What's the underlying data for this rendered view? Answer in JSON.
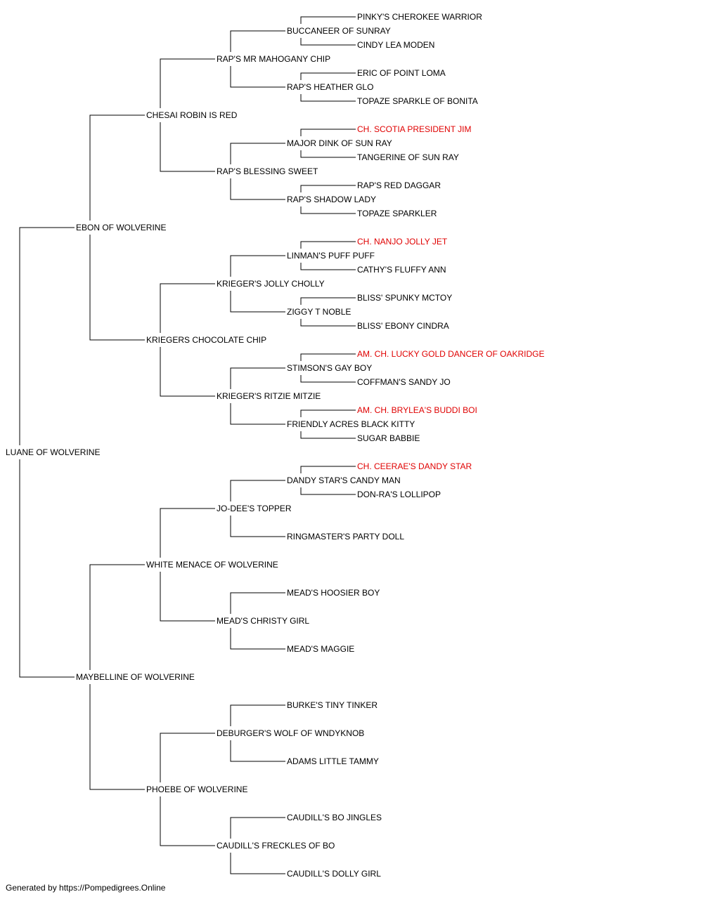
{
  "colors": {
    "text": "#000000",
    "champion": "#e00000",
    "line": "#000000"
  },
  "footer": "Generated by https://Pompedigrees.Online",
  "pedigree": {
    "name": "LUANE OF WOLVERINE",
    "sire": {
      "name": "EBON OF WOLVERINE",
      "sire": {
        "name": "CHESAI ROBIN IS RED",
        "sire": {
          "name": "RAP'S MR MAHOGANY CHIP",
          "sire": {
            "name": "BUCCANEER OF SUNRAY",
            "sire": {
              "name": "PINKY'S CHEROKEE WARRIOR"
            },
            "dam": {
              "name": "CINDY LEA MODEN"
            }
          },
          "dam": {
            "name": "RAP'S HEATHER GLO",
            "sire": {
              "name": "ERIC OF POINT LOMA"
            },
            "dam": {
              "name": "TOPAZE SPARKLE OF BONITA"
            }
          }
        },
        "dam": {
          "name": "RAP'S BLESSING SWEET",
          "sire": {
            "name": "MAJOR DINK OF SUN RAY",
            "sire": {
              "name": "CH. SCOTIA PRESIDENT JIM",
              "champion": true
            },
            "dam": {
              "name": "TANGERINE OF SUN RAY"
            }
          },
          "dam": {
            "name": "RAP'S SHADOW LADY",
            "sire": {
              "name": "RAP'S RED DAGGAR"
            },
            "dam": {
              "name": "TOPAZE SPARKLER"
            }
          }
        }
      },
      "dam": {
        "name": "KRIEGERS CHOCOLATE CHIP",
        "sire": {
          "name": "KRIEGER'S JOLLY CHOLLY",
          "sire": {
            "name": "LINMAN'S PUFF PUFF",
            "sire": {
              "name": "CH. NANJO JOLLY JET",
              "champion": true
            },
            "dam": {
              "name": "CATHY'S FLUFFY ANN"
            }
          },
          "dam": {
            "name": "ZIGGY T NOBLE",
            "sire": {
              "name": "BLISS' SPUNKY MCTOY"
            },
            "dam": {
              "name": "BLISS' EBONY CINDRA"
            }
          }
        },
        "dam": {
          "name": "KRIEGER'S RITZIE MITZIE",
          "sire": {
            "name": "STIMSON'S GAY BOY",
            "sire": {
              "name": "AM. CH. LUCKY GOLD DANCER OF OAKRIDGE",
              "champion": true
            },
            "dam": {
              "name": "COFFMAN'S SANDY JO"
            }
          },
          "dam": {
            "name": "FRIENDLY ACRES BLACK KITTY",
            "sire": {
              "name": "AM. CH. BRYLEA'S BUDDI BOI",
              "champion": true
            },
            "dam": {
              "name": "SUGAR BABBIE"
            }
          }
        }
      }
    },
    "dam": {
      "name": "MAYBELLINE OF WOLVERINE",
      "sire": {
        "name": "WHITE MENACE OF WOLVERINE",
        "sire": {
          "name": "JO-DEE'S TOPPER",
          "sire": {
            "name": "DANDY STAR'S CANDY MAN",
            "sire": {
              "name": "CH. CEERAE'S DANDY STAR",
              "champion": true
            },
            "dam": {
              "name": "DON-RA'S LOLLIPOP"
            }
          },
          "dam": {
            "name": "RINGMASTER'S PARTY DOLL"
          }
        },
        "dam": {
          "name": "MEAD'S CHRISTY GIRL",
          "sire": {
            "name": "MEAD'S HOOSIER BOY"
          },
          "dam": {
            "name": "MEAD'S MAGGIE"
          }
        }
      },
      "dam": {
        "name": "PHOEBE OF WOLVERINE",
        "sire": {
          "name": "DEBURGER'S WOLF OF WNDYKNOB",
          "sire": {
            "name": "BURKE'S TINY TINKER"
          },
          "dam": {
            "name": "ADAMS LITTLE TAMMY"
          }
        },
        "dam": {
          "name": "CAUDILL'S FRECKLES OF BO",
          "sire": {
            "name": "CAUDILL'S BO JINGLES"
          },
          "dam": {
            "name": "CAUDILL'S DOLLY GIRL"
          }
        }
      }
    }
  }
}
